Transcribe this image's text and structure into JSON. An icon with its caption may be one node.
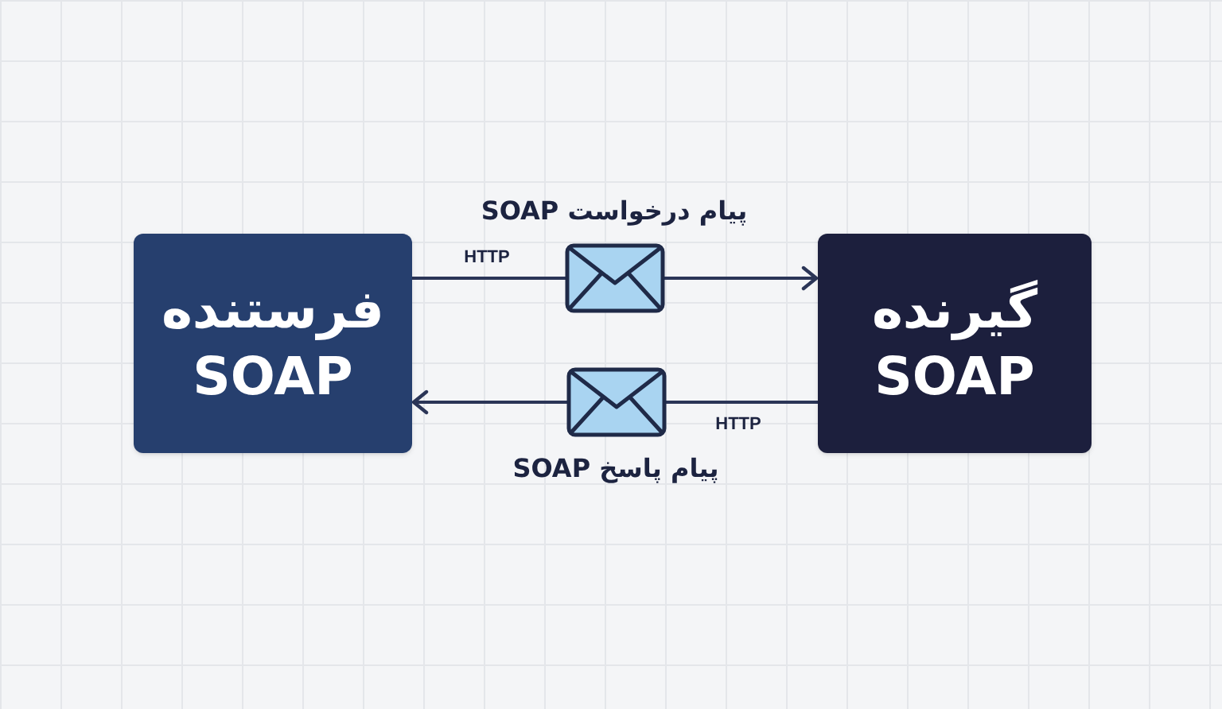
{
  "diagram": {
    "nodes": [
      {
        "text": [
          "فرستنده SOAP"
        ]
      },
      {
        "text": [
          "گیرنده SOAP"
        ]
      }
    ],
    "edges": [
      {
        "from": 0,
        "to": 1,
        "arrow": "to",
        "label": "پیام درخواست SOAP"
      },
      {
        "from": 1,
        "to": 0,
        "arrow": "to",
        "label": "پیام پاسخ SOAP"
      }
    ],
    "labels": [
      "HTTP",
      "HTTP"
    ]
  }
}
